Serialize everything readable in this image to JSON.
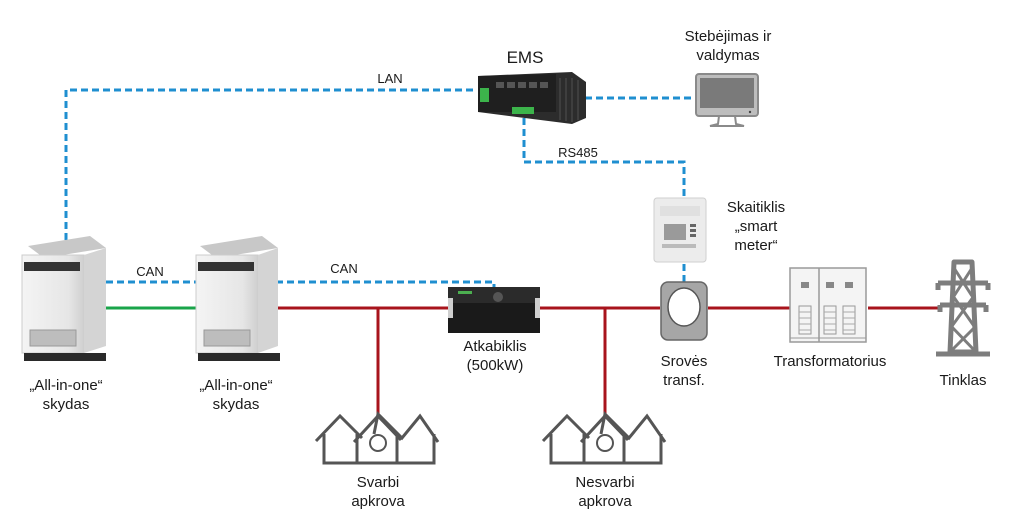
{
  "colors": {
    "data_line": "#1f8fd0",
    "power_line": "#a8141c",
    "dc_line": "#1aa44a",
    "device_gray": "#8c8c8c"
  },
  "links": {
    "lan": "LAN",
    "rs485": "RS485",
    "can1": "CAN",
    "can2": "CAN"
  },
  "nodes": {
    "ems": {
      "label": "EMS",
      "icon": "ems-controller-icon"
    },
    "monitor": {
      "label": "Stebėjimas ir\nvaldymas",
      "icon": "monitor-icon"
    },
    "meter": {
      "label": "Skaitiklis\n„smart\nmeter“",
      "icon": "smart-meter-icon"
    },
    "cabinet1": {
      "label": "„All-in-one“\nskydas",
      "icon": "battery-cabinet-icon"
    },
    "cabinet2": {
      "label": "„All-in-one“\nskydas",
      "icon": "battery-cabinet-icon"
    },
    "breaker": {
      "label": "Atkabiklis\n(500kW)",
      "icon": "disconnector-icon"
    },
    "ct": {
      "label": "Srovės\ntransf.",
      "icon": "current-transformer-icon"
    },
    "transformer": {
      "label": "Transformatorius",
      "icon": "transformer-icon"
    },
    "grid": {
      "label": "Tinklas",
      "icon": "power-tower-icon"
    },
    "critical_load": {
      "label": "Svarbi\napkrova",
      "icon": "houses-load-icon"
    },
    "noncritical_load": {
      "label": "Nesvarbi\napkrova",
      "icon": "houses-load-icon"
    }
  }
}
